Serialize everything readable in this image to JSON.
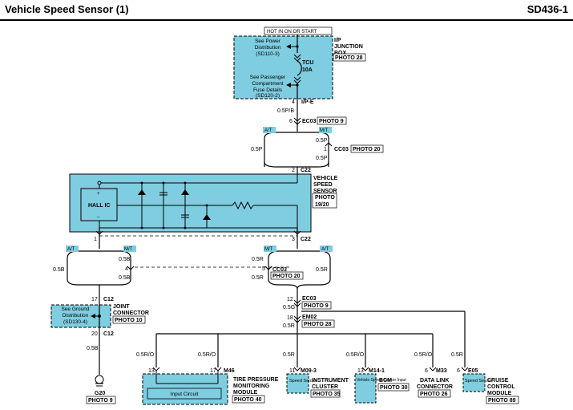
{
  "header": {
    "title": "Vehicle Speed Sensor (1)",
    "code": "SD436-1"
  },
  "hot_label": "HOT IN ON OR START",
  "junction_box": {
    "name_lines": [
      "I/P",
      "JUNCTION",
      "BOX"
    ],
    "photo": "PHOTO 28",
    "power_ref": [
      "See Power",
      "Distribution",
      "(SD110-3)"
    ],
    "fuse_name": "TCU",
    "fuse_rating": "10A",
    "fuse_details_ref": [
      "See Passenger",
      "Compartment",
      "Fuse Details",
      "(SD120-2)"
    ],
    "pin": "4",
    "connector": "I/P-E"
  },
  "ec03_top": {
    "wire": "0.5P/B",
    "pin": "6",
    "name": "EC03",
    "photo": "PHOTO 9"
  },
  "top_branch": {
    "at_tag": "A/T",
    "mt_tag": "M/T",
    "at_wire": "0.5P",
    "mt_wire_1": "0.5P",
    "mt_wire_2": "0.5P",
    "cc03_pin": "1",
    "cc03_name": "CC03",
    "cc03_photo": "PHOTO 20"
  },
  "sensor": {
    "pin_top": "2",
    "conn": "C22",
    "name_lines": [
      "VEHICLE",
      "SPEED",
      "SENSOR"
    ],
    "photo_lines": [
      "PHOTO",
      "19/20"
    ],
    "hall": "HALL IC",
    "plus": "+",
    "minus": "–",
    "pin_left": "1",
    "pin_right": "3",
    "conn_bottom": "C22"
  },
  "left_branch": {
    "at_tag": "A/T",
    "mt_tag": "M/T",
    "wire_at": "0.5B",
    "wire_mt_1": "0.5B",
    "wire_mt_2": "0.5B",
    "cc03_pin": "4"
  },
  "joint": {
    "pin_top": "17",
    "conn_top": "C12",
    "name_lines": [
      "JOINT",
      "CONNECTOR"
    ],
    "photo": "PHOTO 10",
    "ref": [
      "See Ground",
      "Distribution",
      "(SD130-4)"
    ],
    "pin_bottom": "20",
    "conn_bottom": "C12",
    "wire": "0.5B",
    "ground": "G20",
    "ground_photo": "PHOTO 9"
  },
  "right_branch": {
    "mt_tag": "M/T",
    "at_tag": "A/T",
    "wire_mt_1": "0.5R",
    "wire_mt_2": "0.5R",
    "wire_at": "0.5R",
    "cc03_pin": "5",
    "cc03_name": "CC03",
    "cc03_photo": "PHOTO 20"
  },
  "ec03_bottom": {
    "pin": "12",
    "name": "EC03",
    "photo": "PHOTO 9",
    "wire": "0.5G"
  },
  "em02": {
    "pin": "18",
    "name": "EM02",
    "photo": "PHOTO 28",
    "wire": "0.5R"
  },
  "modules": [
    {
      "wire": "0.5R/O",
      "pin": "13",
      "conn": "",
      "name_lines": [],
      "photo": "",
      "box": ""
    },
    {
      "wire": "0.5R/O",
      "pin": "17",
      "conn": "M46",
      "name_lines": [
        "TIRE PRESSURE",
        "MONITORING",
        "MODULE"
      ],
      "photo": "PHOTO 40",
      "box": "Input Circuit"
    },
    {
      "wire": "0.5R",
      "pin": "11",
      "conn": "M09-3",
      "name_lines": [
        "INSTRUMENT",
        "CLUSTER"
      ],
      "photo": "PHOTO 35",
      "box": "Speed Sensor"
    },
    {
      "wire": "0.5R/O",
      "pin": "13",
      "conn": "M14-1",
      "name_lines": [
        "BCM"
      ],
      "photo": "PHOTO 30",
      "box": "Vehicle Speed Sensor Input"
    },
    {
      "wire": "0.5R/O",
      "pin": "6",
      "conn": "M33",
      "name_lines": [
        "DATA LINK",
        "CONNECTOR"
      ],
      "photo": "PHOTO 26",
      "box": ""
    },
    {
      "wire": "0.5R",
      "pin": "6",
      "conn": "E05",
      "name_lines": [
        "CRUISE",
        "CONTROL",
        "MODULE"
      ],
      "photo": "PHOTO 89",
      "box": "Speed Sensor"
    }
  ],
  "colors": {
    "module_fill": "#7fcde0",
    "tag_fill": "#7fcde0",
    "line": "#000000"
  }
}
